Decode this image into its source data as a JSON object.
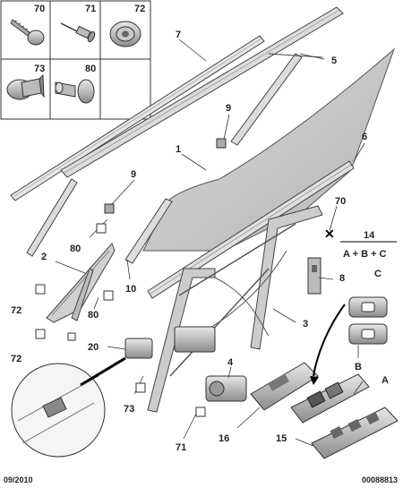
{
  "fastener_box": {
    "cells": [
      {
        "ref": "70"
      },
      {
        "ref": "71"
      },
      {
        "ref": "72"
      },
      {
        "ref": "73"
      },
      {
        "ref": "80"
      }
    ]
  },
  "callouts": {
    "c7": "7",
    "c5": "5",
    "c9a": "9",
    "c1": "1",
    "c6": "6",
    "c9b": "9",
    "c80a": "80",
    "c2": "2",
    "c10": "10",
    "c70": "70",
    "c14": "14",
    "formula": "A + B + C",
    "c8": "8",
    "cC": "C",
    "c72a": "72",
    "c80b": "80",
    "c3": "3",
    "c72b": "72",
    "c20": "20",
    "c4": "4",
    "cB": "B",
    "cA": "A",
    "c73": "73",
    "c16": "16",
    "c15": "15",
    "c71": "71"
  },
  "footer": {
    "date": "09/2010",
    "ref": "00088813"
  }
}
